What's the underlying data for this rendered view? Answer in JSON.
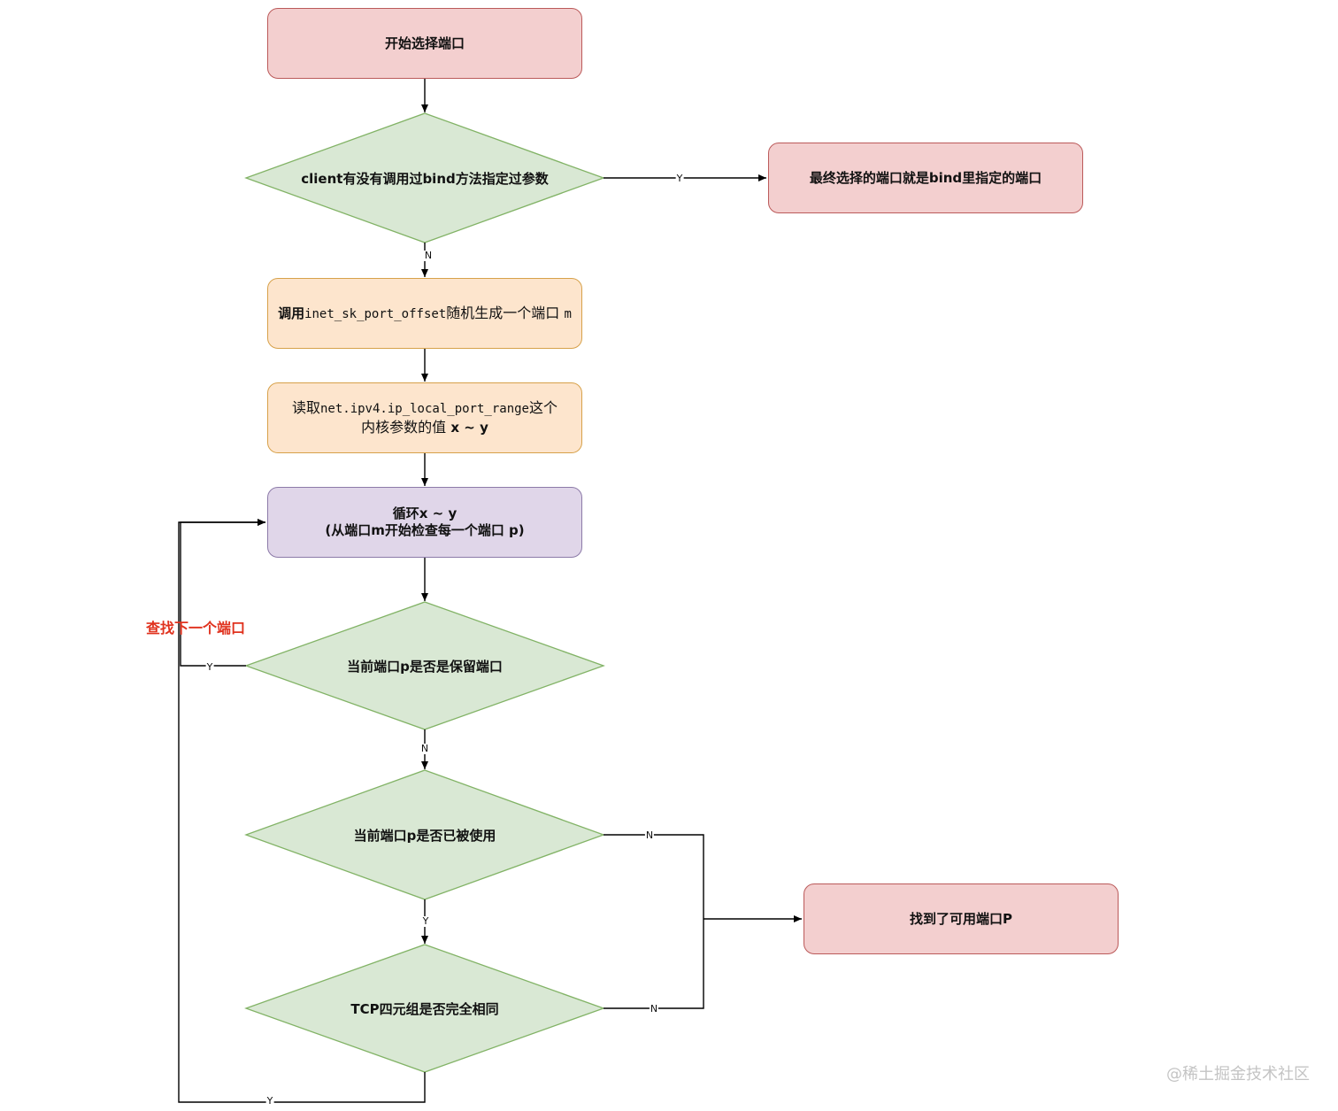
{
  "nodes": {
    "start": "开始选择端口",
    "q_bind": "client有没有调用过bind方法指定过参数",
    "bind_result": "最终选择的端口就是bind里指定的端口",
    "offset_prefix": "调用",
    "offset_code": "inet_sk_port_offset",
    "offset_suffix": "随机生成一个端口",
    "offset_var": "m",
    "range_prefix": "读取",
    "range_code": "net.ipv4.ip_local_port_range",
    "range_suffix": "这个",
    "range_line2": "内核参数的值",
    "range_var": "x ~ y",
    "loop_line1": "循环x ~ y",
    "loop_line2": "(从端口m开始检查每一个端口 p)",
    "q_reserved": "当前端口p是否是保留端口",
    "q_used": "当前端口p是否已被使用",
    "q_tuple": "TCP四元组是否完全相同",
    "found": "找到了可用端口P"
  },
  "edge_labels": {
    "bind_yes": "Y",
    "bind_no": "N",
    "reserved_yes": "Y",
    "reserved_no": "N",
    "used_no": "N",
    "used_yes": "Y",
    "tuple_no": "N",
    "tuple_yes": "Y"
  },
  "loop_label": "查找下一个端口",
  "watermark": "@稀土掘金技术社区",
  "colors": {
    "terminal_fill": "#f3cfcf",
    "terminal_border": "#bb5a5a",
    "process_fill": "#fde5cd",
    "process_border": "#d7a14a",
    "loop_fill": "#e0d6e9",
    "loop_border": "#8c7aa8",
    "decision_fill": "#d9e8d4",
    "decision_border": "#82b366",
    "loop_label_color": "#e0321e"
  }
}
